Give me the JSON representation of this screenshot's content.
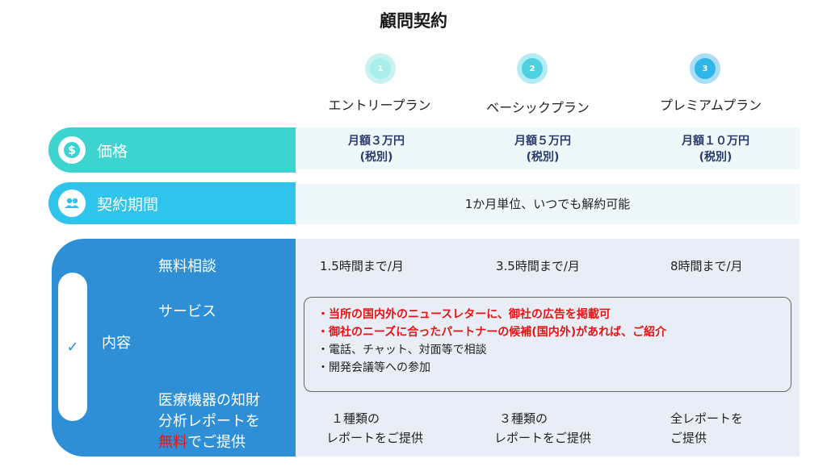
{
  "title": "顧問契約",
  "plans": [
    {
      "number": "1",
      "name": "エントリープラン",
      "color": "#7fe3e0",
      "inner": "#a8eeeb"
    },
    {
      "number": "2",
      "name": "ベーシックプラン",
      "color": "#4fd0e0",
      "inner": "#7adde9"
    },
    {
      "number": "3",
      "name": "プレミアムプラン",
      "color": "#2fb5e8",
      "inner": "#4ec5ee"
    }
  ],
  "rows": {
    "price": {
      "label": "価格",
      "icon": "dollar-icon",
      "color": "#3dd4d0",
      "values": [
        {
          "line1": "月額３万円",
          "line2": "(税別)"
        },
        {
          "line1": "月額５万円",
          "line2": "(税別)"
        },
        {
          "line1": "月額１０万円",
          "line2": "(税別)"
        }
      ]
    },
    "term": {
      "label": "契約期間",
      "icon": "people-icon",
      "color": "#2fc4ec",
      "value": "1か月単位、いつでも解約可能"
    },
    "content": {
      "label": "内容",
      "icon": "check-icon",
      "color": "#2e8fd6",
      "consult": {
        "label": "無料相談",
        "values": [
          "1.5時間まで/月",
          "3.5時間まで/月",
          "8時間まで/月"
        ]
      },
      "service": {
        "label": "サービス",
        "items": [
          {
            "text": "・当所の国内外のニュースレターに、御社の広告を掲載可",
            "highlight": true
          },
          {
            "text": "・御社のニーズに合ったパートナーの候補(国内外)があれば、ご紹介",
            "highlight": true
          },
          {
            "text": "・電話、チャット、対面等で相談",
            "highlight": false
          },
          {
            "text": "・開発会議等への参加",
            "highlight": false
          }
        ]
      },
      "report": {
        "label_line1": "医療機器の知財",
        "label_line2": "分析レポートを",
        "label_free": "無料",
        "label_rest": "でご提供",
        "values": [
          {
            "line1": "１種類の",
            "line2": "レポートをご提供"
          },
          {
            "line1": "３種類の",
            "line2": "レポートをご提供"
          },
          {
            "line1": "全レポートを",
            "line2": "ご提供"
          }
        ]
      }
    }
  }
}
